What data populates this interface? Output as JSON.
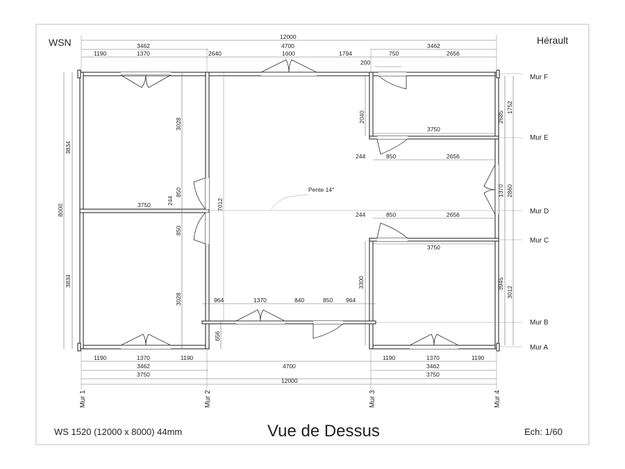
{
  "header": {
    "brand": "WSN",
    "region": "Hérault"
  },
  "footer": {
    "model": "WS 1520  (12000 x 8000) 44mm",
    "title": "Vue de Dessus",
    "scale": "Ech: 1/60"
  },
  "annotation": {
    "slope": "Pente 14°"
  },
  "walls_horizontal": [
    "Mur F",
    "Mur E",
    "Mur D",
    "Mur C",
    "Mur B",
    "Mur A"
  ],
  "walls_vertical": [
    "Mur 1",
    "Mur 2",
    "Mur 3",
    "Mur 4"
  ],
  "dims": {
    "top_total": "12000",
    "top_left_room": "3462",
    "top_middle": "4700",
    "top_right_room": "3462",
    "top_row": [
      "1190",
      "1370",
      "2640",
      "1600",
      "1794",
      "750",
      "2656"
    ],
    "top_200": "200",
    "bottom_row": [
      "1190",
      "1370",
      "1190",
      "1190",
      "1370",
      "1190"
    ],
    "bottom_left_room": "3462",
    "bottom_right_room": "3462",
    "bottom_middle": "4700",
    "bottom_left_3750": "3750",
    "bottom_right_3750": "3750",
    "bottom_total": "12000",
    "left_total": "8000",
    "left_top": "3834",
    "left_bottom": "3834",
    "left_inner_top": "3028",
    "left_inner_bottom": "3028",
    "left_door_top": "850",
    "left_door_bottom": "850",
    "left_244": "244",
    "left_partition": "3750",
    "middle_height": "7012",
    "middle_bottom_row": [
      "964",
      "1370",
      "840",
      "850",
      "964"
    ],
    "middle_656": "656",
    "right_top_2040": "2040",
    "right_upper_3750": "3750",
    "right_upper_row": [
      "244",
      "850",
      "2656"
    ],
    "right_lower_row": [
      "244",
      "850",
      "2656"
    ],
    "right_lower_3750": "3750",
    "right_3300": "3300",
    "right_side": [
      "2685",
      "1752",
      "1370",
      "2860",
      "3945",
      "3012"
    ]
  }
}
